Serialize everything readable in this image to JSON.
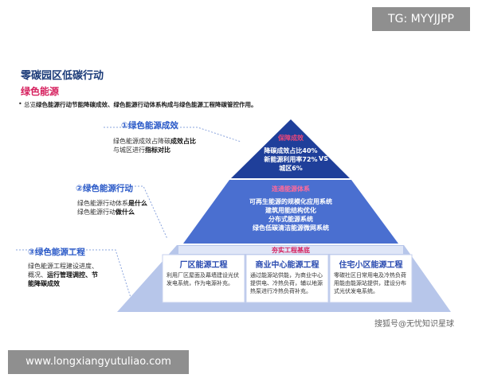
{
  "watermark_top": "TG: MYYJJPP",
  "page_title": "零碳园区低碳行动",
  "section_title": "绿色能源",
  "summary": {
    "bullet": "•",
    "prefix": "总览",
    "bold": "绿色能源行动节能降碳成效、绿色能源行动体系构成与绿色能源工程降碳管控作用。"
  },
  "left_items": [
    {
      "label": "①绿色能源成效",
      "desc_line1_a": "绿色能源成效占降碳",
      "desc_line1_b": "成效占比",
      "desc_line2_a": "与城区进行",
      "desc_line2_b": "指标对比"
    },
    {
      "label": "②绿色能源行动",
      "desc_line1_a": "绿色能源行动体系",
      "desc_line1_b": "是什么",
      "desc_line2_a": "绿色能源行动",
      "desc_line2_b": "做什么"
    },
    {
      "label": "③绿色能源工程",
      "desc_line1": "绿色能源工程建设进度、",
      "desc_line2_a": "概况、",
      "desc_line2_b": "运行管理调控、节",
      "desc_line3": "能降碳成效"
    }
  ],
  "tier_top": {
    "title": "保障成效",
    "lines": [
      "降碳成效占比40%",
      "新能源利用率72%",
      "城区6%"
    ],
    "vs": "VS"
  },
  "tier_mid": {
    "title": "连通能源体系",
    "lines": [
      "可再生能源的规模化应用系统",
      "建筑用能结构优化",
      "分布式能源系统",
      "绿色低碳清洁能源微网系统"
    ]
  },
  "tier_base": {
    "title": "夯实工程基底",
    "boxes": [
      {
        "title": "厂区能源工程",
        "text": "利用厂区屋面及幕墙建设光伏发电系统，作为电源补充。"
      },
      {
        "title": "商业中心能源工程",
        "text": "通过能源站供能，为商业中心提供电、冷热负荷，辅以地源热泵进行冷热负荷补充。"
      },
      {
        "title": "住宅小区能源工程",
        "text": "零碳社区日常用电及冷热负荷用能由能源站提供，建设分布式光伏发电系统。"
      }
    ]
  },
  "watermark_site": "搜狐号@无忧知识星球",
  "watermark_bottom": "www.longxiangyutuliao.com",
  "colors": {
    "title": "#1a3a78",
    "accent": "#d6205e",
    "label": "#2b5ac8",
    "top": "#1f3f9a",
    "mid": "#4a6fd0",
    "base": "#b7c6ea"
  }
}
